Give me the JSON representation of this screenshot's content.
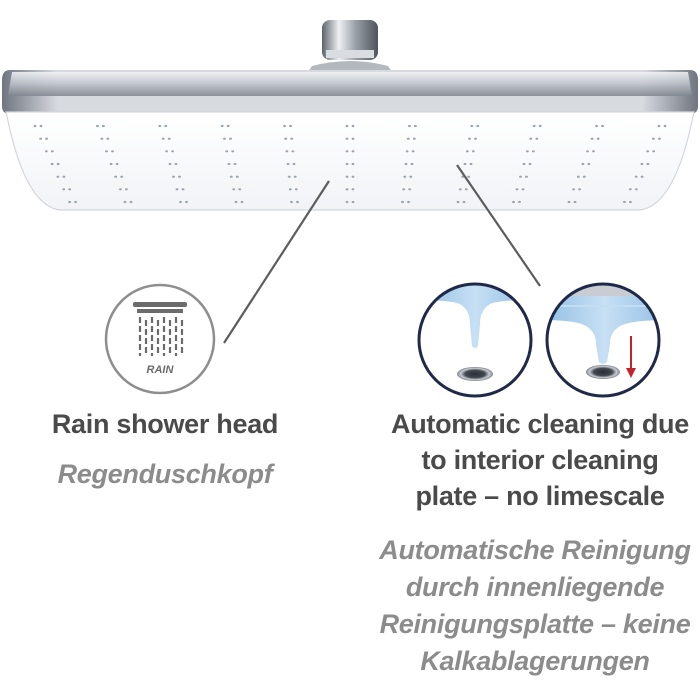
{
  "rain_feature": {
    "icon_name": "rain-shower-icon",
    "icon_label": "RAIN",
    "title": "Rain shower head",
    "subtitle": "Regenduschkopf"
  },
  "cleaning_feature": {
    "title_lines": [
      "Automatic cleaning due",
      "to interior cleaning",
      "plate – no limescale"
    ],
    "subtitle_lines": [
      "Automatische Reinigung",
      "durch innenliegende",
      "Reinigungsplatte – keine",
      "Kalkablagerungen"
    ],
    "detail_icons": [
      "nozzle-detail-icon",
      "nozzle-cleaning-detail-icon"
    ]
  },
  "colors": {
    "title": "#4a4a4a",
    "subtitle": "#8c8c8c",
    "chrome": "#c9ccd2",
    "plate": "#ffffff",
    "nozzle": "#a9cdea",
    "circle_border": "#1f2a4a",
    "arrow": "#c0252b"
  }
}
